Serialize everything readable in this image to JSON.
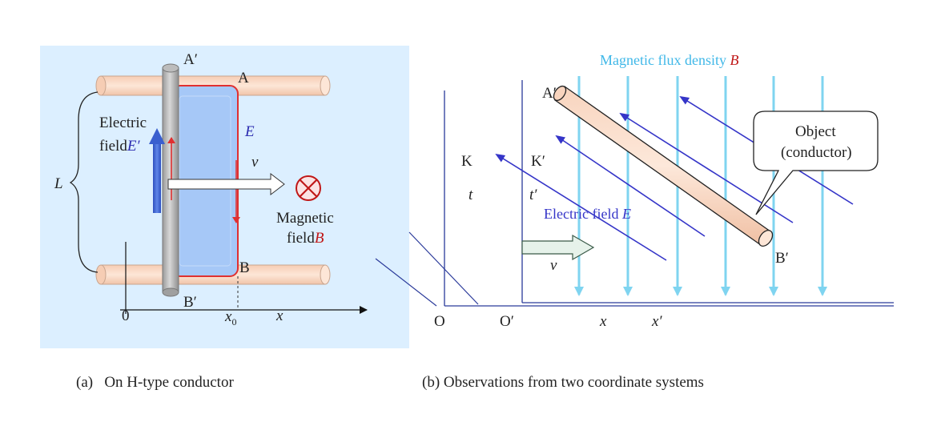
{
  "panel_a": {
    "caption": "(a)   On H-type conductor",
    "label_a_prime": "A′",
    "label_a": "A",
    "label_b": "B",
    "label_b_prime": "B′",
    "electric_field_line1": "Electric",
    "electric_field_line2_prefix": "field",
    "electric_field_symbol": "E′",
    "e_symbol": "E",
    "v_symbol": "v",
    "length_symbol": "L",
    "magnetic_line1": "Magnetic",
    "magnetic_line2_prefix": "field",
    "magnetic_symbol": "B",
    "origin": "0",
    "x0_base": "x",
    "x0_sub": "0",
    "x_axis": "x"
  },
  "panel_b": {
    "caption": "(b) Observations from two coordinate systems",
    "flux_prefix": "Magnetic flux density ",
    "flux_symbol": "B",
    "label_a_prime": "A′",
    "label_b_prime": "B′",
    "frame_k": "K",
    "frame_k_prime": "K′",
    "time_t": "t",
    "time_t_prime": "t′",
    "electric_field_prefix": "Electric field ",
    "electric_field_symbol": "E",
    "v_symbol": "v",
    "origin_o": "O",
    "origin_o_prime": "O′",
    "axis_x": "x",
    "axis_x_prime": "x′",
    "callout_line1": "Object",
    "callout_line2": "(conductor)"
  },
  "colors": {
    "panel_bg": "#dcefff",
    "rail": "#fbdcc8",
    "rail_edge": "#c9a58f",
    "rod": "#c8c8c8",
    "loop_fill": "#a6c8f7",
    "loop_edge": "#e03030",
    "blue_arrow": "#3a5fcf",
    "field_line": "#7fd4f0",
    "e_line": "#3535c8",
    "axis": "#2a3a9a",
    "red_text": "#c01818",
    "blue_text": "#2b2bb0",
    "cyan_text": "#40b8e8",
    "velocity_fill": "#e6f2ea"
  }
}
